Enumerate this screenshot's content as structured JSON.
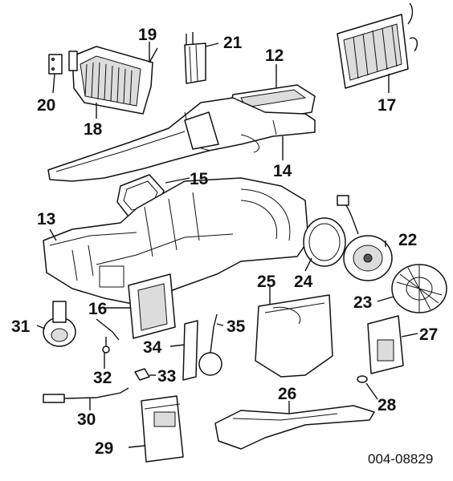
{
  "callouts": {
    "c12": "12",
    "c13": "13",
    "c14": "14",
    "c15": "15",
    "c16": "16",
    "c17": "17",
    "c18": "18",
    "c19": "19",
    "c20": "20",
    "c21": "21",
    "c22": "22",
    "c23": "23",
    "c24": "24",
    "c25": "25",
    "c26": "26",
    "c27": "27",
    "c28": "28",
    "c29": "29",
    "c30": "30",
    "c31": "31",
    "c32": "32",
    "c33": "33",
    "c34": "34",
    "c35": "35"
  },
  "reference_number": "004-08829"
}
